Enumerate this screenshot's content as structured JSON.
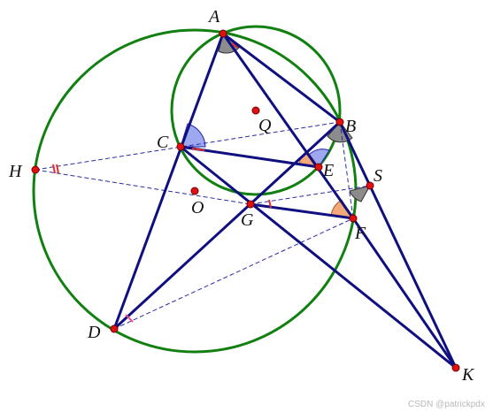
{
  "points": {
    "A": "A",
    "B": "B",
    "C": "C",
    "D": "D",
    "E": "E",
    "F": "F",
    "G": "G",
    "H": "H",
    "K": "K",
    "O": "O",
    "Q": "Q",
    "S": "S"
  },
  "colors": {
    "circle": "#118011",
    "segment": "#0f0f80",
    "dashed": "#2a2aa6",
    "point_fill": "#e01010",
    "angle_gray": "#8c8c8c",
    "angle_blue": "#9ea8ef",
    "angle_orange": "#f2a878",
    "angle_red": "#e0302f",
    "angle_pink": "#f05090"
  },
  "watermark": "CSDN @patrickpdx"
}
